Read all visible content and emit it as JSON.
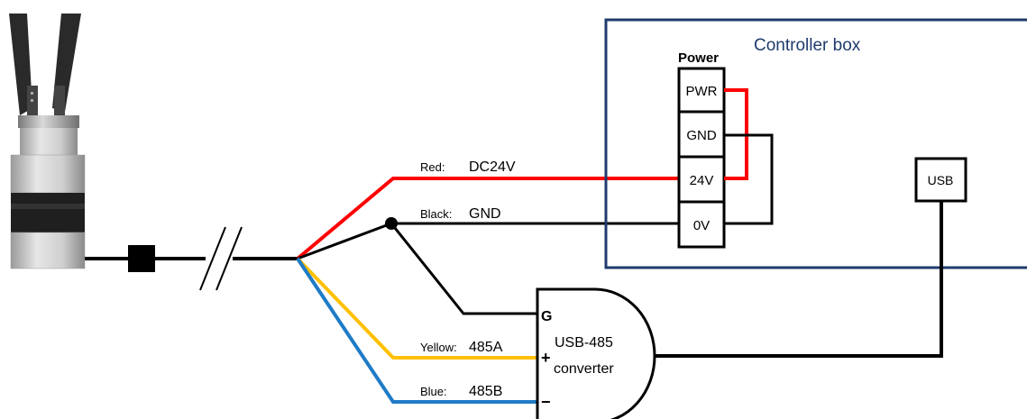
{
  "diagram": {
    "controller_box": {
      "title": "Controller box",
      "border_color": "#1f3b6d"
    },
    "power_terminal": {
      "heading": "Power",
      "pins": [
        "PWR",
        "GND",
        "24V",
        "0V"
      ]
    },
    "usb_port": {
      "label": "USB"
    },
    "converter": {
      "label_line1": "USB-485",
      "label_line2": "converter",
      "pin_g": "G",
      "pin_plus": "+",
      "pin_minus": "−"
    },
    "wires": [
      {
        "color_name": "Red:",
        "signal": "DC24V",
        "color": "#ff0000"
      },
      {
        "color_name": "Black:",
        "signal": "GND",
        "color": "#000000"
      },
      {
        "color_name": "Yellow:",
        "signal": "485A",
        "color": "#ffc000"
      },
      {
        "color_name": "Blue:",
        "signal": "485B",
        "color": "#1f7bc6"
      }
    ],
    "icons": {
      "gripper": "gripper-icon",
      "ferrite": "ferrite-core-icon",
      "cable_break": "cable-break-icon",
      "junction": "junction-dot-icon"
    }
  }
}
